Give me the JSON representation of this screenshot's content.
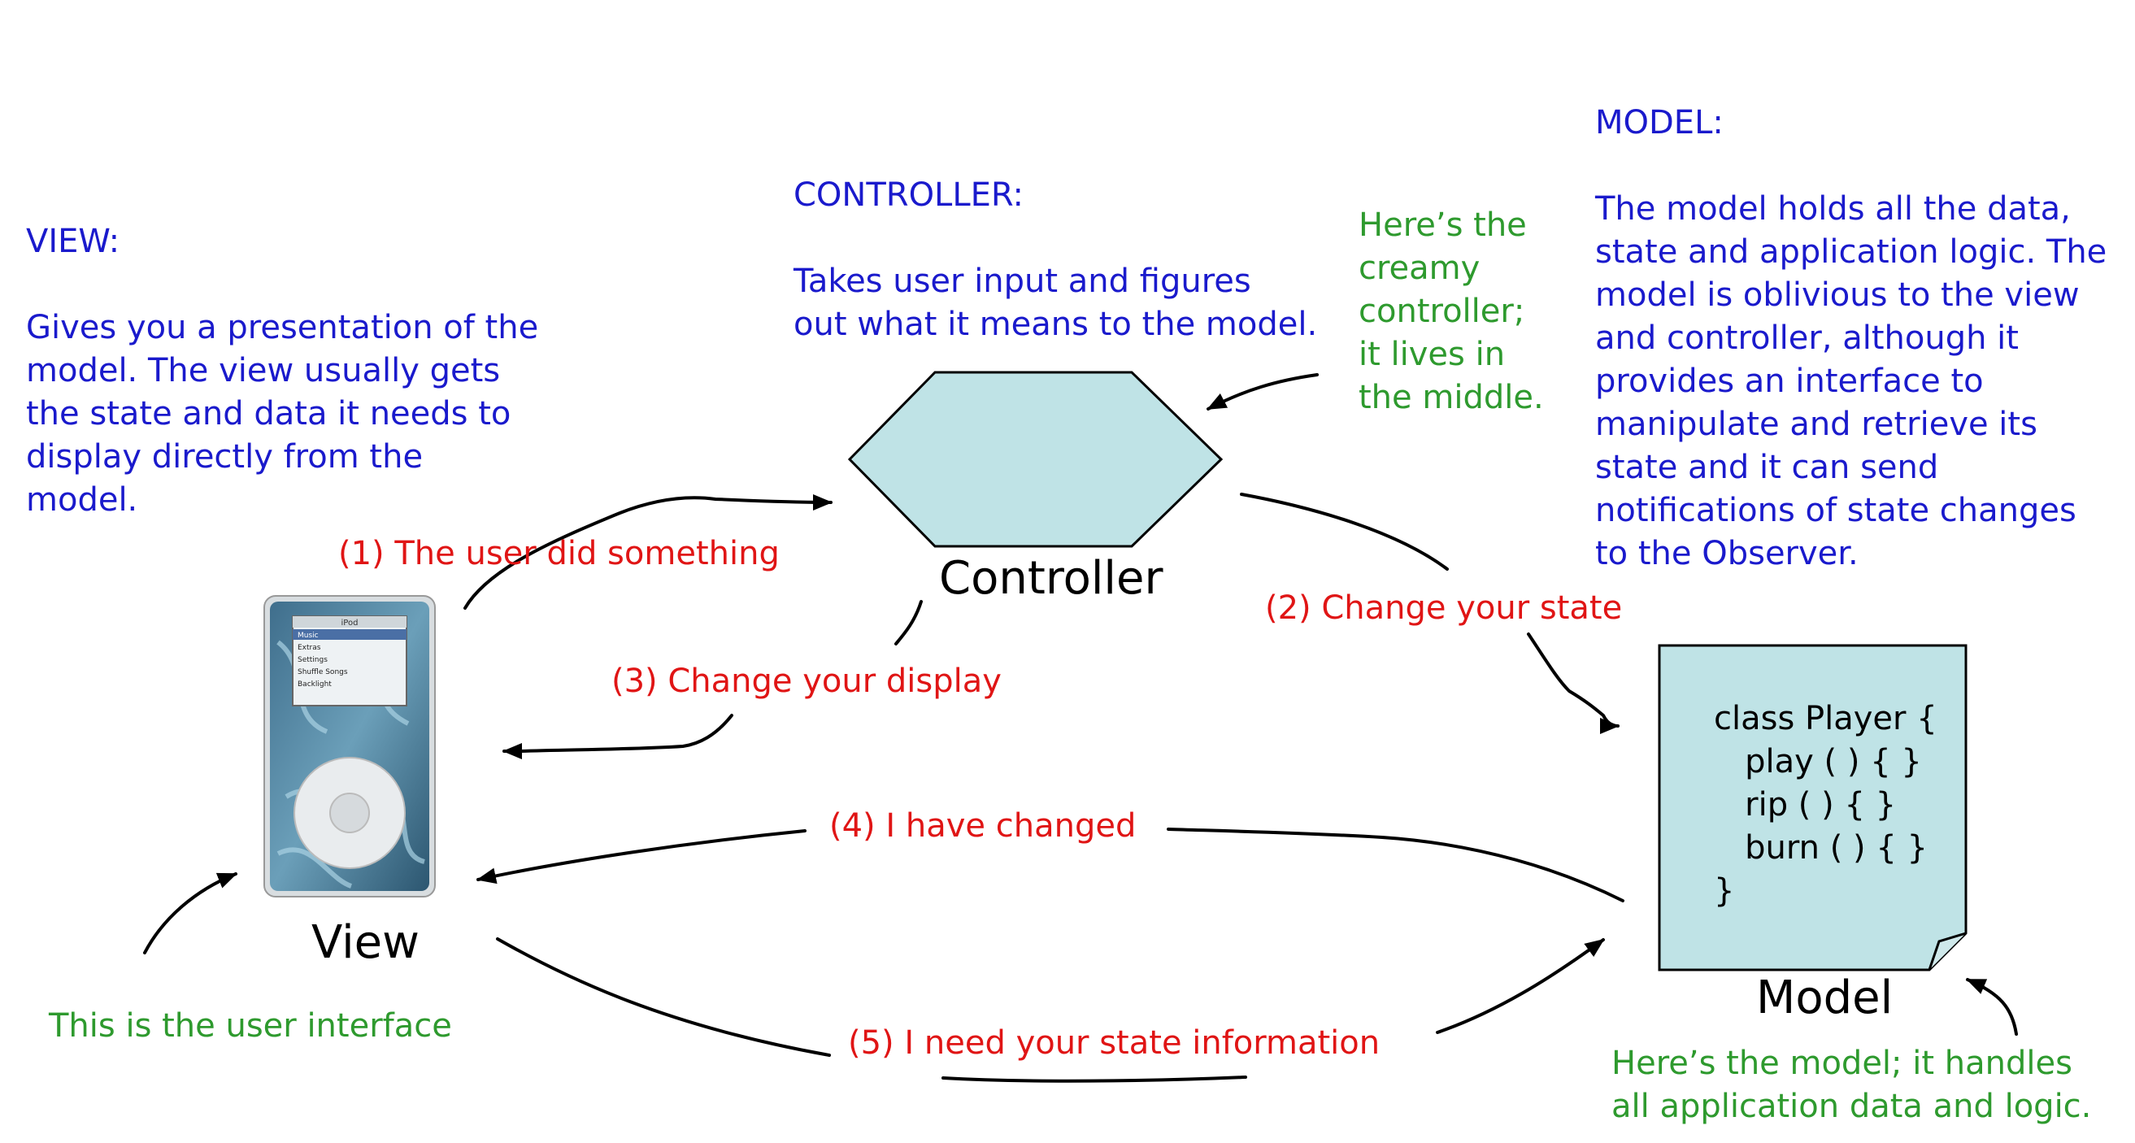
{
  "view_desc": {
    "heading": "VIEW:",
    "body": "Gives you a presentation of the\nmodel. The view usually gets\nthe state and data it needs to\ndisplay directly from the\nmodel."
  },
  "controller_desc": {
    "heading": "CONTROLLER:",
    "body": "Takes user input and figures\nout what it means to the model."
  },
  "model_desc": {
    "heading": "MODEL:",
    "body": "The model holds all the data,\nstate and application logic. The\nmodel is oblivious to the view\nand controller, although it\nprovides an interface to\nmanipulate and retrieve its\nstate and it can send\nnotifications of state changes\nto the Observer."
  },
  "notes": {
    "controller": "Here’s the\ncreamy\ncontroller;\nit lives in\nthe middle.",
    "view": "This is the user interface",
    "model": "Here’s the model; it handles\nall application data and logic."
  },
  "labels": {
    "controller": "Controller",
    "view": "View",
    "model": "Model"
  },
  "steps": {
    "s1": "(1) The user did something",
    "s2": "(2) Change your state",
    "s3": "(3) Change your display",
    "s4": "(4) I have changed",
    "s5": "(5) I need your state information"
  },
  "code": "class Player {\n   play ( ) { }\n   rip ( ) { }\n   burn ( ) { }\n}",
  "ipod": {
    "header": "iPod",
    "menu": [
      "Music",
      "Extras",
      "Settings",
      "Shuffle Songs",
      "Backlight"
    ]
  },
  "colors": {
    "description_text": "#1a1acc",
    "annotation_text": "#2e9a2e",
    "step_text": "#e01515",
    "shape_fill": "#bfe3e6"
  }
}
